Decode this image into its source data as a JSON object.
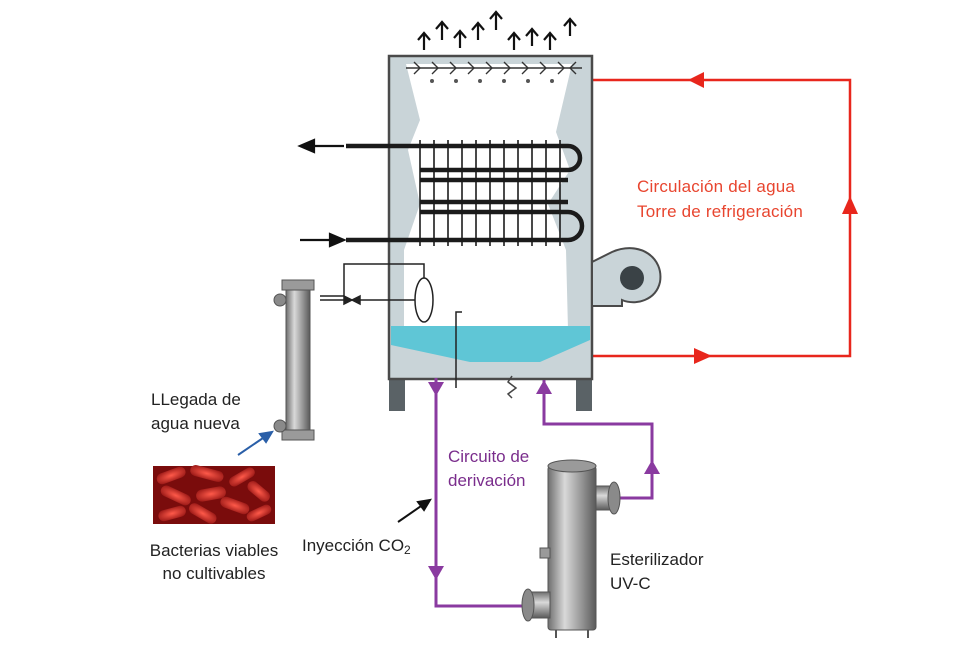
{
  "labels": {
    "cooling_circulation": "Circulación del agua",
    "cooling_tower": "Torre de refrigeración",
    "bypass_line1": "Circuito de",
    "bypass_line2": "derivación",
    "makeup_line1": "LLegada de",
    "makeup_line2": "agua nueva",
    "bacteria_line1": "Bacterias viables",
    "bacteria_line2": "no cultivables",
    "co2_prefix": "Inyección CO",
    "co2_subscript": "2",
    "sterilizer_line1": "Esterilizador",
    "sterilizer_line2": "UV-C"
  },
  "colors": {
    "cooling_loop": "#e8261c",
    "bypass_loop": "#8a3aa0",
    "tower_body": "#c9d4d8",
    "tower_outline": "#4a4a4a",
    "basin_water": "#5fc6d6",
    "coil": "#1b1b1b",
    "bacteria": "#c8201e",
    "makeup_arrow": "#2a5fa8"
  }
}
